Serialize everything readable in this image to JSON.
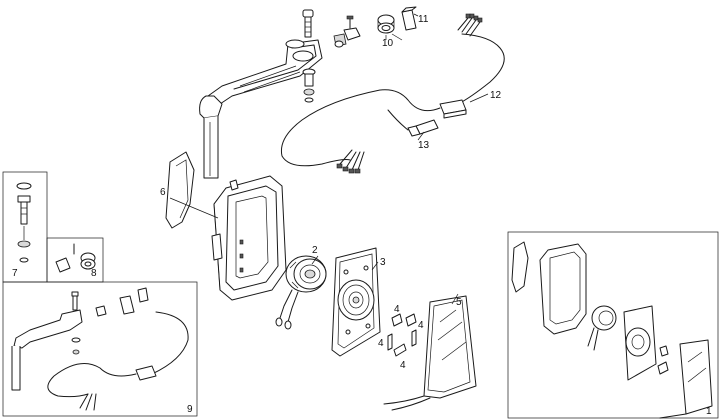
{
  "callouts": {
    "c1": "1",
    "c2": "2",
    "c3": "3",
    "c4a": "4",
    "c4b": "4",
    "c4c": "4",
    "c4d": "4",
    "c5": "5",
    "c6": "6",
    "c7": "7",
    "c8": "8",
    "c9": "9",
    "c10": "10",
    "c11": "11",
    "c12": "12",
    "c13": "13"
  }
}
